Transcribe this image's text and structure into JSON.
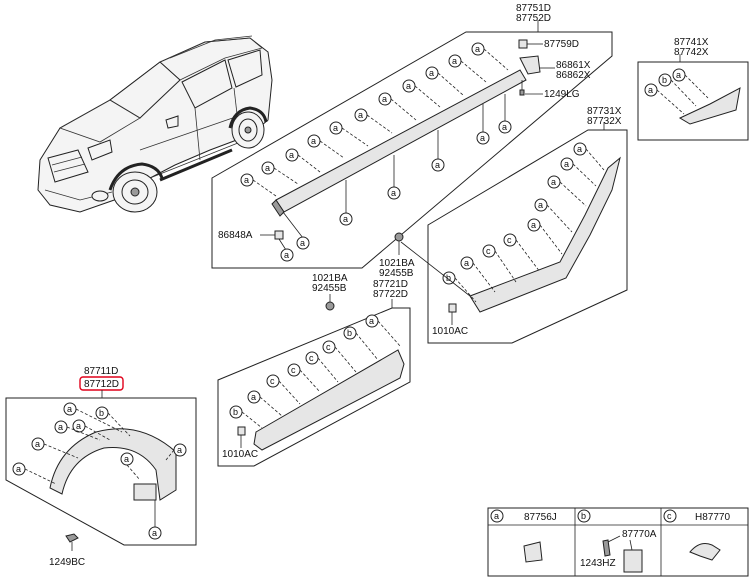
{
  "parts": {
    "p87751D": "87751D",
    "p87752D": "87752D",
    "p87759D": "87759D",
    "p86861X": "86861X",
    "p86862X": "86862X",
    "p1249LG": "1249LG",
    "p86848A": "86848A",
    "p87741X": "87741X",
    "p87742X": "87742X",
    "p87731X": "87731X",
    "p87732X": "87732X",
    "p1021BA_a": "1021BA",
    "p92455B_a": "92455B",
    "p87721D": "87721D",
    "p87722D": "87722D",
    "p1021BA_b": "1021BA",
    "p92455B_b": "92455B",
    "p1010AC_a": "1010AC",
    "p1010AC_b": "1010AC",
    "p87711D": "87711D",
    "p87712D": "87712D",
    "p1249BC": "1249BC"
  },
  "markers": {
    "a": "a",
    "b": "b",
    "c": "c"
  },
  "legend": {
    "a_code": "87756J",
    "b_code_1": "87770A",
    "b_code_2": "1243HZ",
    "c_code": "H87770"
  },
  "highlight_color": "#e0001a"
}
